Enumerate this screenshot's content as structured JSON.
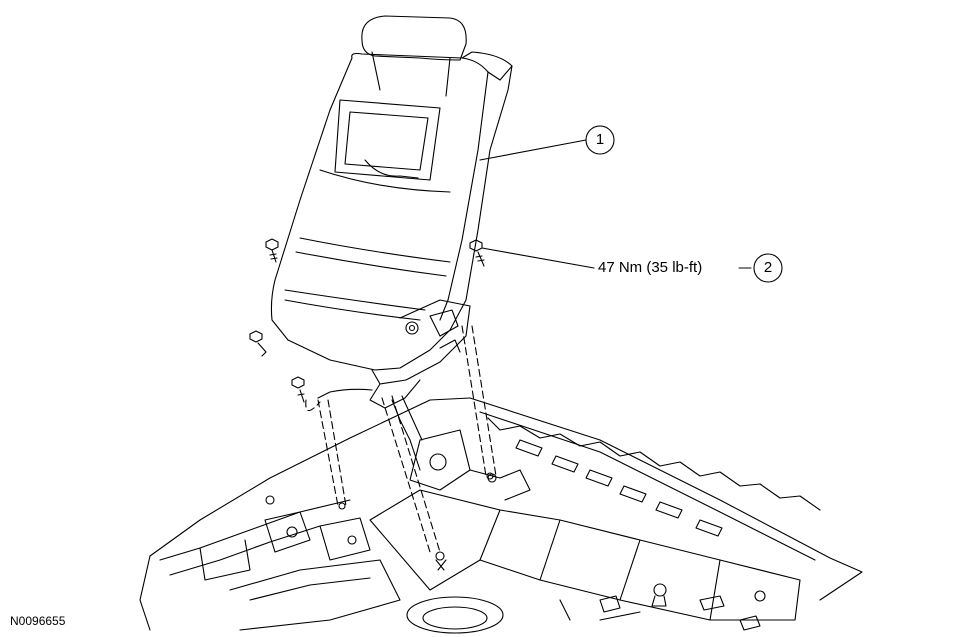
{
  "callouts": [
    {
      "number": "1"
    },
    {
      "number": "2",
      "label": "47 Nm (35 lb-ft)"
    }
  ],
  "figure_id": "N0096655",
  "colors": {
    "line": "#000000",
    "background": "#ffffff"
  }
}
